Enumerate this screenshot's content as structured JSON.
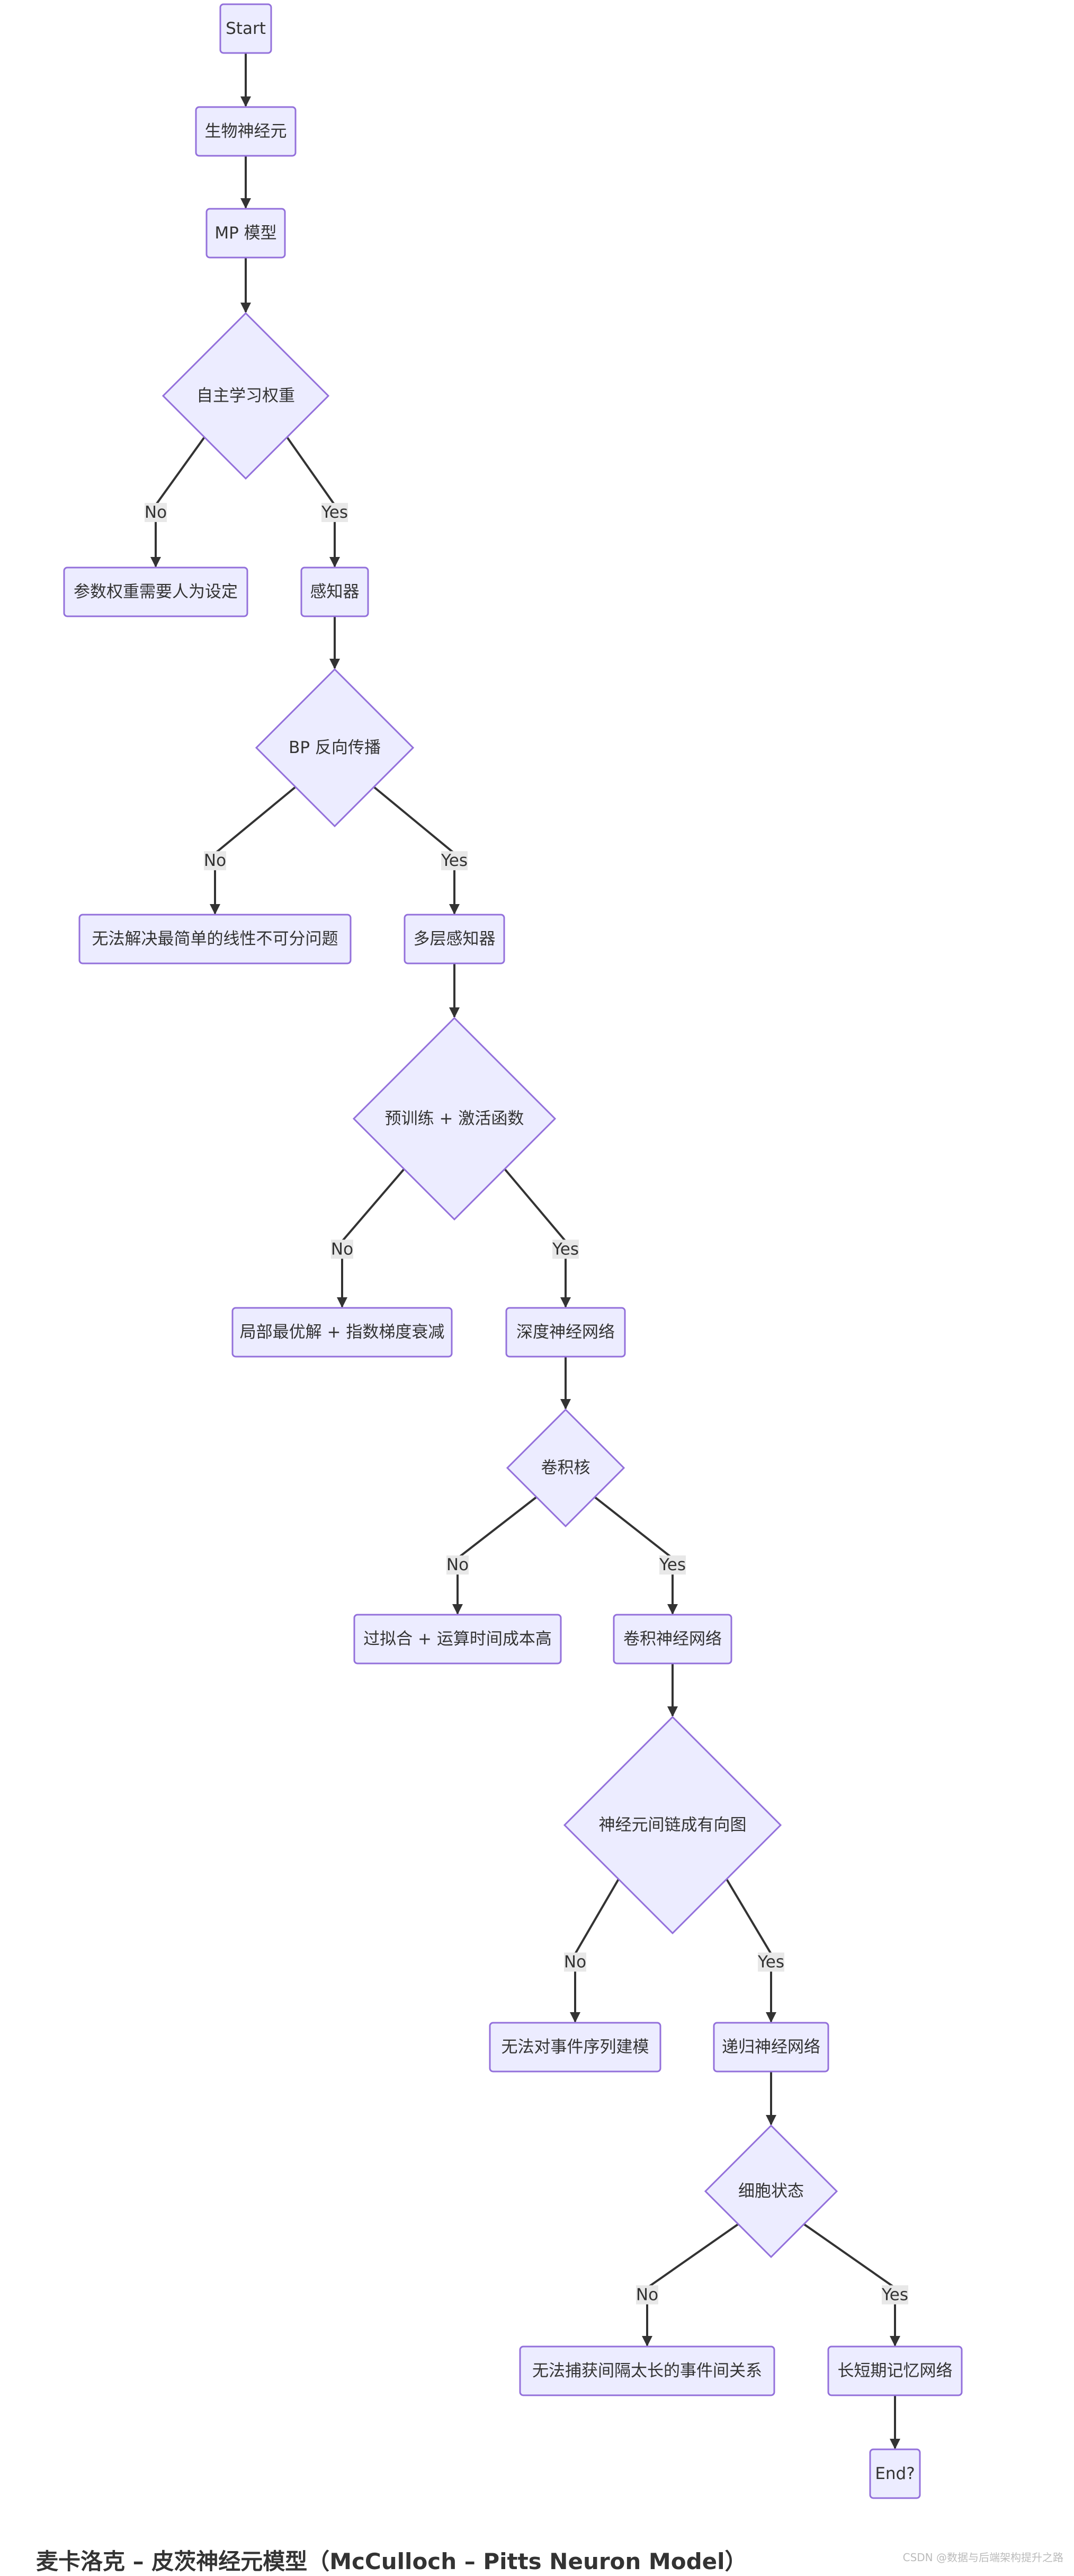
{
  "flowchart": {
    "nodes": {
      "start": "Start",
      "bio_neuron": "生物神经元",
      "mp_model": "MP 模型",
      "q_self_learn": "自主学习权重",
      "manual_weights": "参数权重需要人为设定",
      "perceptron": "感知器",
      "q_backprop": "BP 反向传播",
      "linear_problem": "无法解决最简单的线性不可分问题",
      "mlp": "多层感知器",
      "q_pretrain": "预训练 + 激活函数",
      "local_optimum": "局部最优解 + 指数梯度衰减",
      "dnn": "深度神经网络",
      "q_kernel": "卷积核",
      "overfit": "过拟合 + 运算时间成本高",
      "cnn": "卷积神经网络",
      "q_directed": "神经元间链成有向图",
      "no_sequence": "无法对事件序列建模",
      "rnn": "递归神经网络",
      "q_cell": "细胞状态",
      "no_long_dep": "无法捕获间隔太长的事件间关系",
      "lstm": "长短期记忆网络",
      "end": "End?"
    },
    "edge_labels": {
      "no": "No",
      "yes": "Yes"
    }
  },
  "footer": {
    "heading": "麦卡洛克 – 皮茨神经元模型（McCulloch – Pitts Neuron Model）",
    "watermark": "CSDN @数据与后端架构提升之路"
  },
  "colors": {
    "node_fill": "#ececff",
    "node_stroke": "#9370db",
    "edge": "#333333",
    "label_bg": "#e8e8e8"
  }
}
